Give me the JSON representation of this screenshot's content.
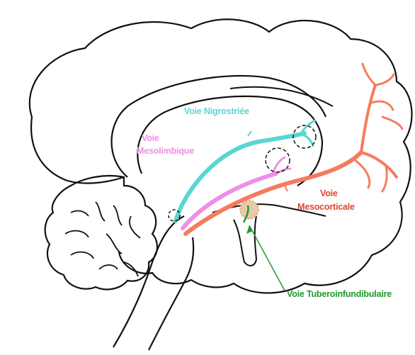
{
  "labels": {
    "nigrostriee": "Voie Nigrostriée",
    "mesolimbique_1": "Voie",
    "mesolimbique_2": "Mesolimbique",
    "mesocorticale_1": "Voie",
    "mesocorticale_2": "Mesocorticale",
    "tubero": "Voie Tuberoinfundibulaire"
  },
  "colors": {
    "outline": "#111111",
    "nigrostriee": "#58d6d3",
    "mesolimbique": "#f08ee8",
    "mesocorticale": "#f47c5e",
    "tubero": "#1f9a2a",
    "nucleus_fill": "#e8c9a8"
  }
}
